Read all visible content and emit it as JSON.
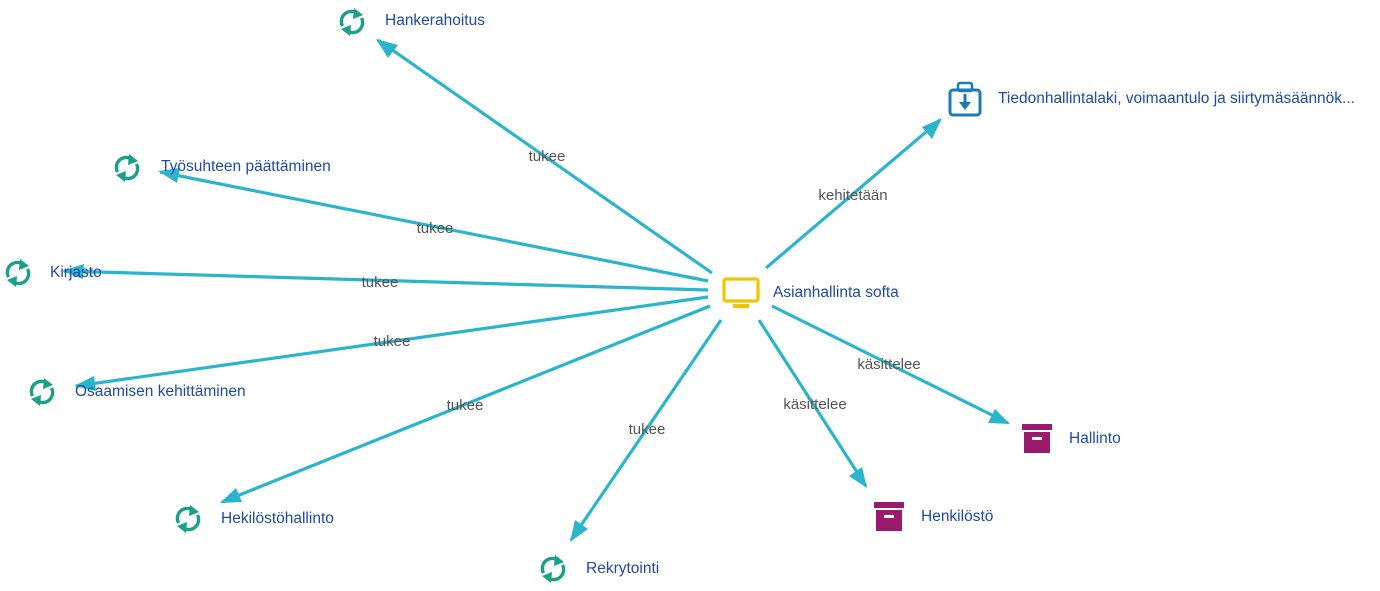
{
  "nodes": {
    "center": {
      "label": "Asianhallinta softa",
      "icon": "monitor-icon",
      "color": "#f2c300"
    },
    "hankerahoitus": {
      "label": "Hankerahoitus",
      "icon": "sync-icon",
      "color": "#1aa088"
    },
    "tyosuhteen": {
      "label": "Työsuhteen päättäminen",
      "icon": "sync-icon",
      "color": "#1aa088"
    },
    "kirjasto": {
      "label": "Kirjasto",
      "icon": "sync-icon",
      "color": "#1aa088"
    },
    "osaamisen": {
      "label": "Osaamisen kehittäminen",
      "icon": "sync-icon",
      "color": "#1aa088"
    },
    "hekilosto": {
      "label": "Hekilöstöhallinto",
      "icon": "sync-icon",
      "color": "#1aa088"
    },
    "rekrytointi": {
      "label": "Rekrytointi",
      "icon": "sync-icon",
      "color": "#1aa088"
    },
    "henkilosto": {
      "label": "Henkilöstö",
      "icon": "archive-box-icon",
      "color": "#9c1a6e"
    },
    "hallinto": {
      "label": "Hallinto",
      "icon": "archive-box-icon",
      "color": "#9c1a6e"
    },
    "tiedonhallinta": {
      "label": "Tiedonhallintalaki, voimaantulo ja siirtymäsäännök...",
      "icon": "toolbox-download-icon",
      "color": "#1b7ab8"
    }
  },
  "edges": {
    "e1": {
      "label": "tukee"
    },
    "e2": {
      "label": "tukee"
    },
    "e3": {
      "label": "tukee"
    },
    "e4": {
      "label": "tukee"
    },
    "e5": {
      "label": "tukee"
    },
    "e6": {
      "label": "tukee"
    },
    "e7": {
      "label": "käsittelee"
    },
    "e8": {
      "label": "käsittelee"
    },
    "e9": {
      "label": "kehitetään"
    }
  },
  "edge_color": "#2bb5cc"
}
